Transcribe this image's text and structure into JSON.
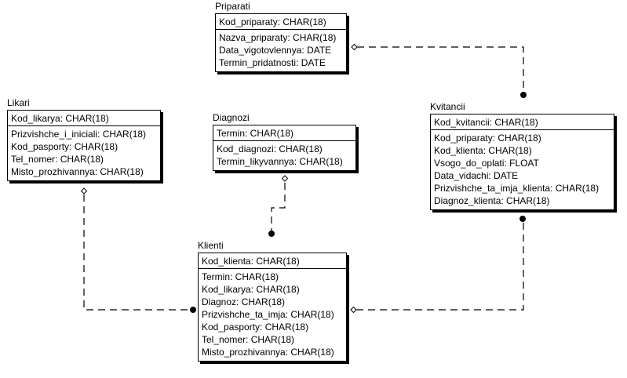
{
  "diagram": {
    "entities": [
      {
        "id": "priparati",
        "name": "Priparati",
        "keys": [
          "Kod_priparaty: CHAR(18)"
        ],
        "attributes": [
          "Nazva_priparaty: CHAR(18)",
          "Data_vigotovlennya: DATE",
          "Termin_pridatnosti: DATE"
        ]
      },
      {
        "id": "likari",
        "name": "Likari",
        "keys": [
          "Kod_likarya: CHAR(18)"
        ],
        "attributes": [
          "Prizvishche_i_iniciali: CHAR(18)",
          "Kod_pasporty: CHAR(18)",
          "Tel_nomer: CHAR(18)",
          "Misto_prozhivannya: CHAR(18)"
        ]
      },
      {
        "id": "diagnozi",
        "name": "Diagnozi",
        "keys": [
          "Termin: CHAR(18)"
        ],
        "attributes": [
          "Kod_diagnozi: CHAR(18)",
          "Termin_likyvannya: CHAR(18)"
        ]
      },
      {
        "id": "kvitancii",
        "name": "Kvitancii",
        "keys": [
          "Kod_kvitancii: CHAR(18)"
        ],
        "attributes": [
          "Kod_priparaty: CHAR(18)",
          "Kod_klienta: CHAR(18)",
          "Vsogo_do_oplati: FLOAT",
          "Data_vidachi: DATE",
          "Prizvishche_ta_imja_klienta: CHAR(18)",
          "Diagnoz_klienta: CHAR(18)"
        ]
      },
      {
        "id": "klienti",
        "name": "Klienti",
        "keys": [
          "Kod_klienta: CHAR(18)"
        ],
        "attributes": [
          "Termin: CHAR(18)",
          "Kod_likarya: CHAR(18)",
          "Diagnoz: CHAR(18)",
          "Prizvishche_ta_imja: CHAR(18)",
          "Kod_pasporty: CHAR(18)",
          "Tel_nomer: CHAR(18)",
          "Misto_prozhivannya: CHAR(18)"
        ]
      }
    ],
    "relationships": [
      {
        "from": "priparati",
        "to": "kvitancii",
        "parent_end": "diamond",
        "child_end": "dot",
        "line": "dashed"
      },
      {
        "from": "likari",
        "to": "klienti",
        "parent_end": "diamond",
        "child_end": "dot",
        "line": "dashed"
      },
      {
        "from": "diagnozi",
        "to": "klienti",
        "parent_end": "diamond",
        "child_end": "dot",
        "line": "dashed"
      },
      {
        "from": "klienti",
        "to": "kvitancii",
        "parent_end": "diamond",
        "child_end": "dot",
        "line": "dashed"
      }
    ]
  }
}
